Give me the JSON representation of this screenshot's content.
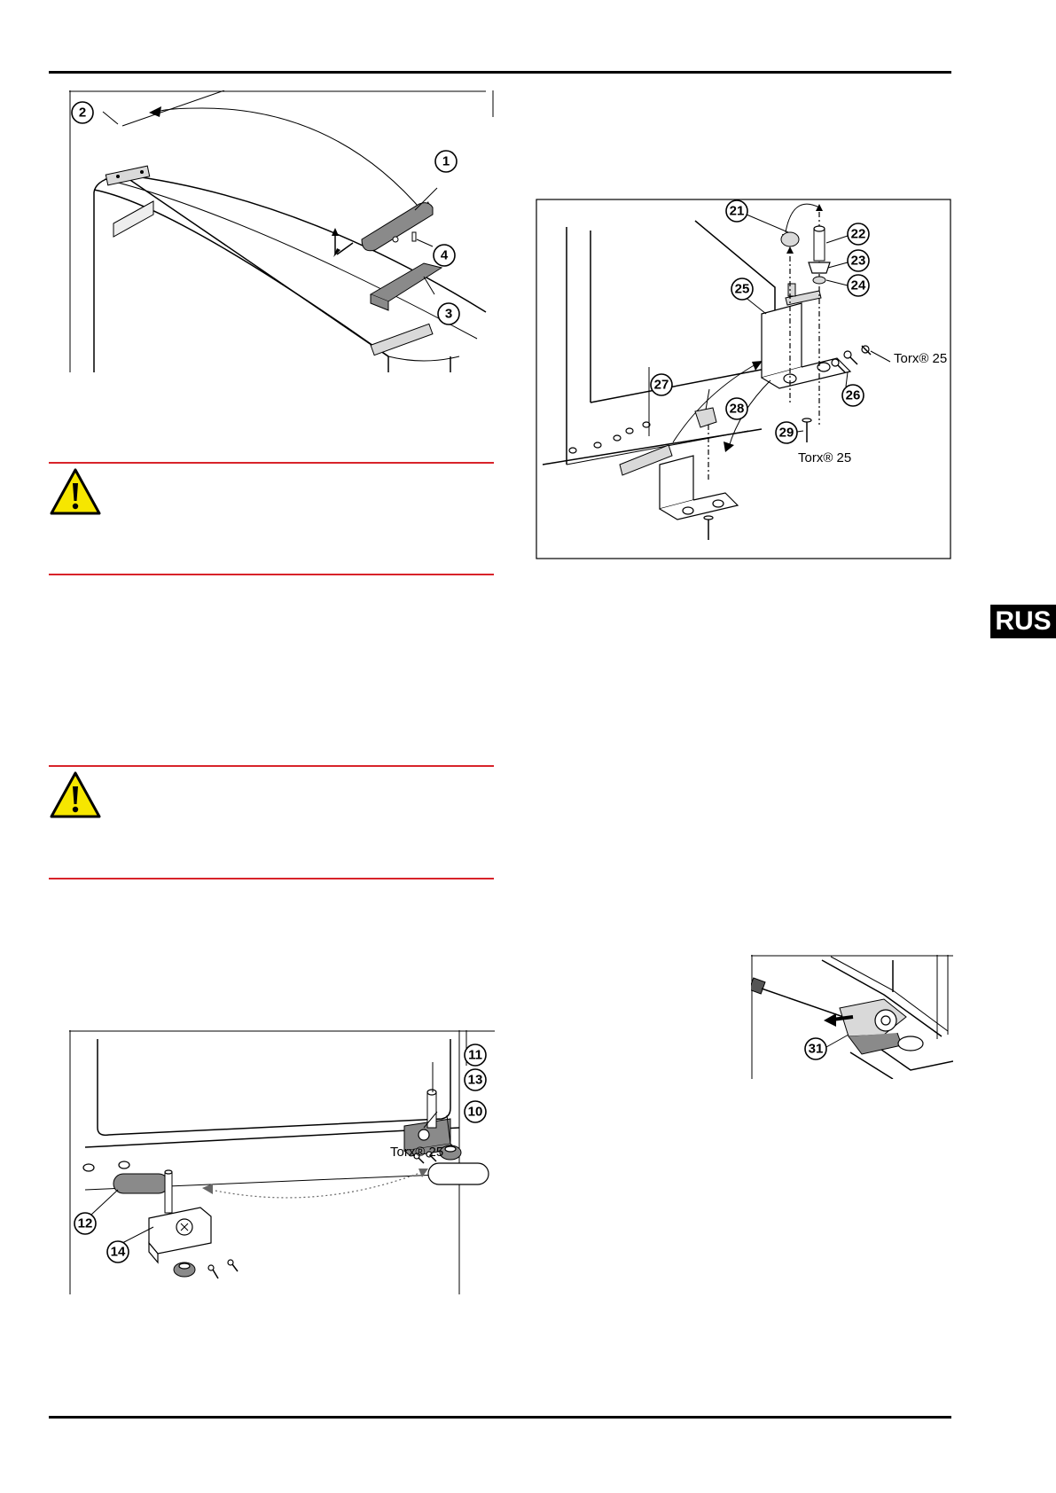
{
  "language_tab": "RUS",
  "figure_top_left": {
    "callouts": [
      "1",
      "2",
      "3",
      "4"
    ]
  },
  "figure_bottom_left": {
    "callouts": [
      "10",
      "11",
      "12",
      "13",
      "14"
    ],
    "torx_label": "Torx® 25"
  },
  "figure_top_right": {
    "callouts": [
      "21",
      "22",
      "23",
      "24",
      "25",
      "26",
      "27",
      "28",
      "29"
    ],
    "torx_label_1": "Torx® 25",
    "torx_label_2": "Torx® 25"
  },
  "figure_bottom_right": {
    "callouts": [
      "31"
    ]
  },
  "colors": {
    "warning_rule": "#d8232a",
    "warning_icon_fill": "#f6e600",
    "tab_background": "#000000"
  },
  "icons": [
    "warning-triangle-icon"
  ]
}
